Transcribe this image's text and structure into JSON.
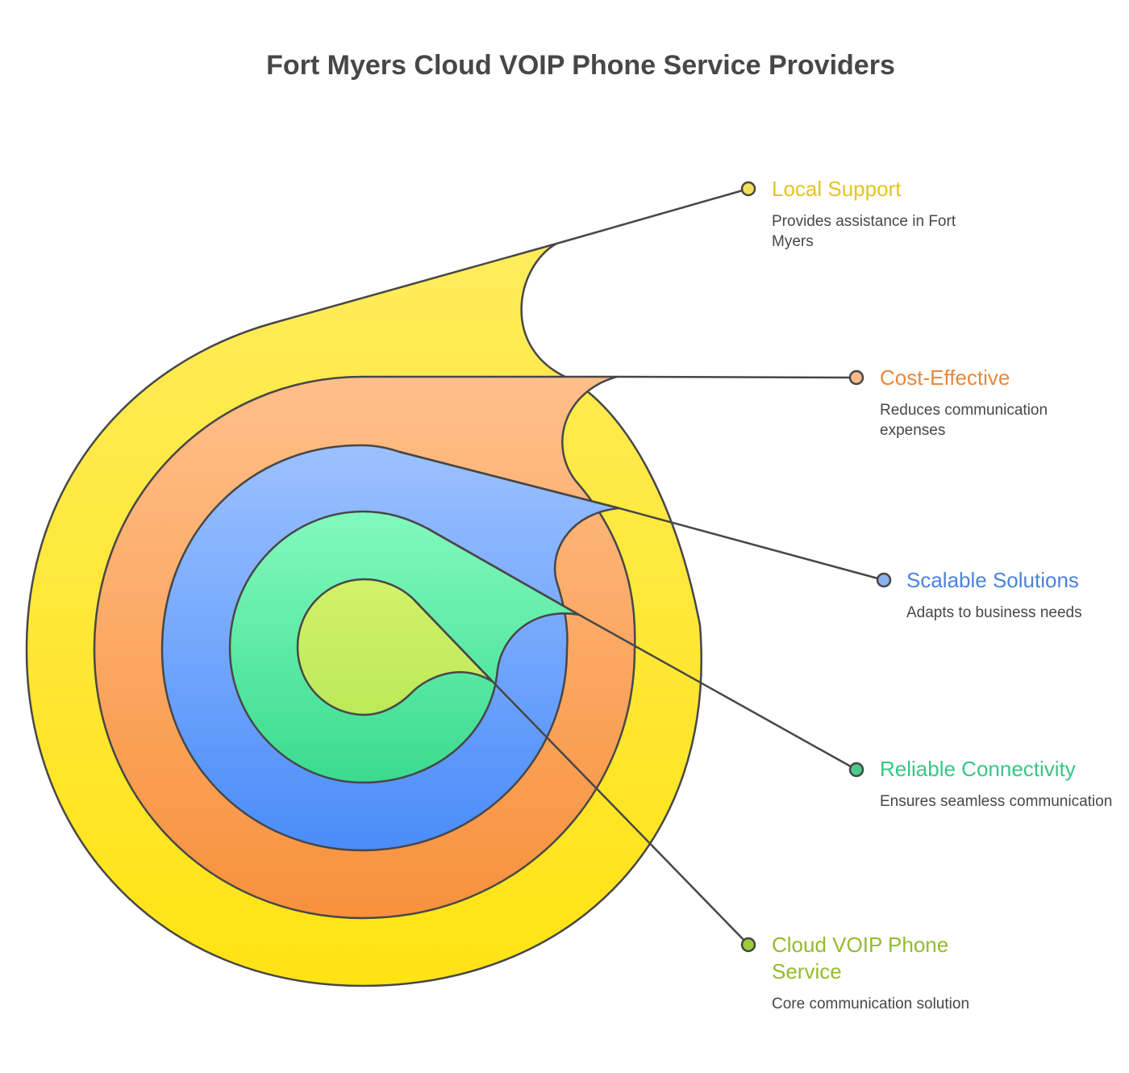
{
  "title": "Fort Myers Cloud VOIP Phone Service Providers",
  "layers": [
    {
      "name": "Local Support",
      "description": "Provides assistance in Fort Myers",
      "color": "#E6C41F",
      "fill_top": "#FFEC5C",
      "fill_bottom": "#FFE314",
      "dot": "#F2E15A"
    },
    {
      "name": "Cost-Effective",
      "description": "Reduces communication expenses",
      "color": "#E7883B",
      "fill_top": "#FFBF8A",
      "fill_bottom": "#F8913C",
      "dot": "#FDB98A"
    },
    {
      "name": "Scalable Solutions",
      "description": "Adapts to business needs",
      "color": "#4B82DE",
      "fill_top": "#9CC1FF",
      "fill_bottom": "#4A8CF9",
      "dot": "#8DB0F0"
    },
    {
      "name": "Reliable Connectivity",
      "description": "Ensures seamless communication",
      "color": "#36C684",
      "fill_top": "#82F9BE",
      "fill_bottom": "#3ADB8F",
      "dot": "#4CCB88"
    },
    {
      "name": "Cloud VOIP Phone Service",
      "description": "Core communication solution",
      "color": "#94BB2C",
      "fill_top": "#D2F269",
      "fill_bottom": "#BCE959",
      "dot": "#9CCB3C"
    }
  ]
}
